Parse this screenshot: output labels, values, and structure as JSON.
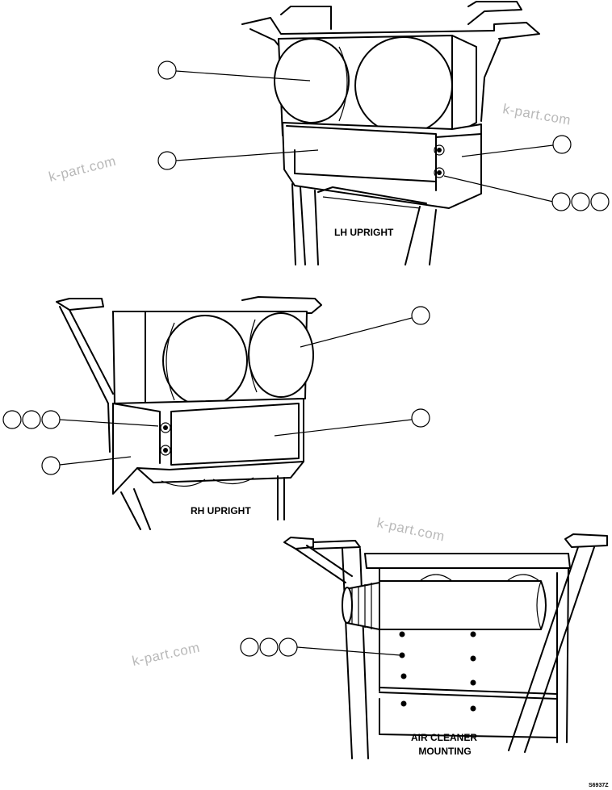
{
  "views": [
    {
      "label": "LH UPRIGHT"
    },
    {
      "label": "RH UPRIGHT"
    },
    {
      "label_lines": [
        "AIR CLEANER",
        "MOUNTING"
      ]
    }
  ],
  "drawing_code": "S6937Z",
  "watermark": "k-part.com",
  "ink_color": "#000000",
  "watermark_color": "#b9b9b9"
}
